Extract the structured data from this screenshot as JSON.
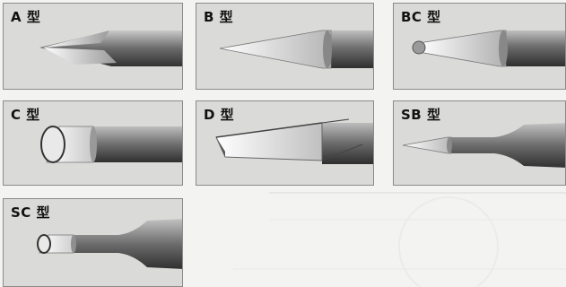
{
  "tips": [
    {
      "id": "a",
      "label": "A 型"
    },
    {
      "id": "b",
      "label": "B 型"
    },
    {
      "id": "bc",
      "label": "BC 型"
    },
    {
      "id": "c",
      "label": "C 型"
    },
    {
      "id": "d",
      "label": "D 型"
    },
    {
      "id": "sb",
      "label": "SB 型"
    },
    {
      "id": "sc",
      "label": "SC 型"
    }
  ]
}
